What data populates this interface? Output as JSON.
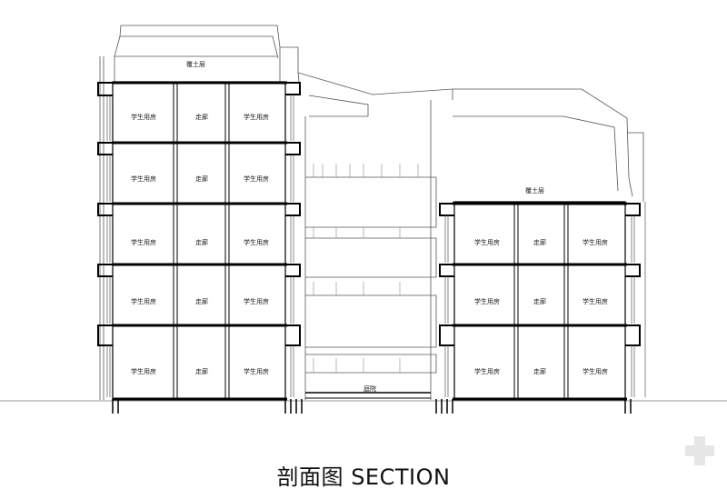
{
  "diagram": {
    "caption": "剖面图 SECTION",
    "roof_labels": [
      "覆土层",
      "覆土层"
    ],
    "courtyard_label": "庭院",
    "room_label": "学生用房",
    "corridor_label": "走廊",
    "left_block": {
      "floors": [
        [
          "学生用房",
          "走廊",
          "学生用房"
        ],
        [
          "学生用房",
          "走廊",
          "学生用房"
        ],
        [
          "学生用房",
          "走廊",
          "学生用房"
        ],
        [
          "学生用房",
          "走廊",
          "学生用房"
        ],
        [
          "学生用房",
          "走廊",
          "学生用房"
        ]
      ]
    },
    "right_block": {
      "floors": [
        [
          "学生用房",
          "走廊",
          "学生用房"
        ],
        [
          "学生用房",
          "走廊",
          "学生用房"
        ],
        [
          "学生用房",
          "走廊",
          "学生用房"
        ]
      ]
    }
  },
  "colors": {
    "line": "#000000",
    "thin_line": "#555555",
    "watermark": "#e6e6e6"
  },
  "icons": {
    "watermark": "plus-watermark-icon"
  }
}
